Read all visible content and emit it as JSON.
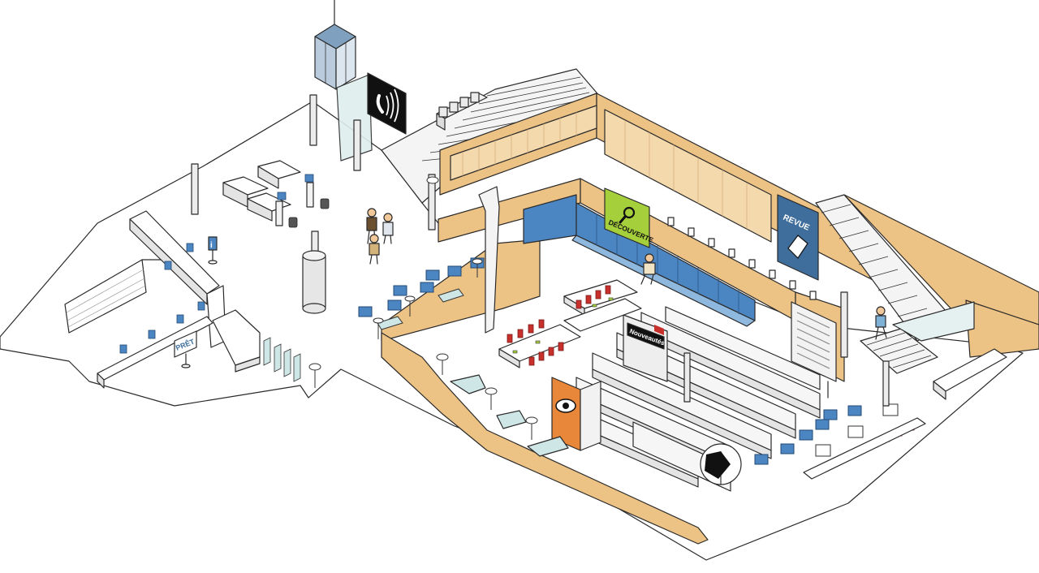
{
  "signs": {
    "decouverte": "DÉCOUVERTE",
    "revue": "REVUE",
    "nouveautes": "Nouveautés",
    "pret": "PRÊT",
    "info": "i"
  },
  "colors": {
    "wood": "#edc285",
    "wood_dark": "#d9a966",
    "blue": "#4c86c2",
    "blue_light": "#8fb8de",
    "red": "#c8302c",
    "floor": "#ffffff",
    "glass": "#cfe6e6",
    "grey": "#e9e9e9",
    "green": "#a6cf3c",
    "orange": "#e8863a"
  },
  "icons": [
    "phone-icon",
    "magnifier-icon",
    "diamond-icon",
    "eye-icon",
    "football-icon",
    "info-icon"
  ]
}
